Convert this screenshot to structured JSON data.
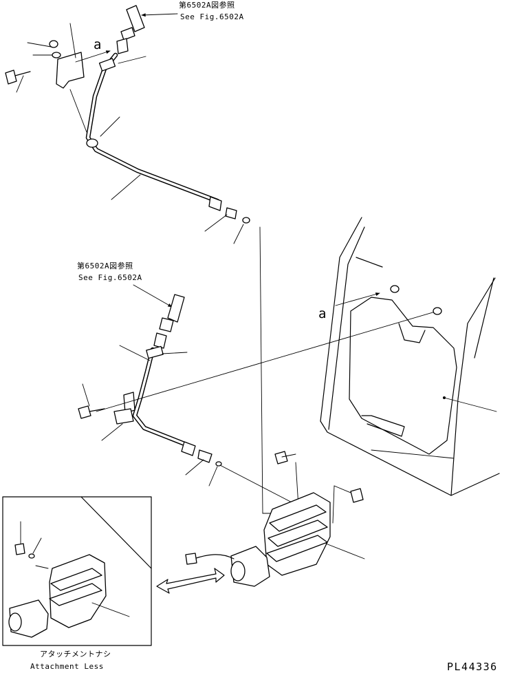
{
  "references": {
    "top": {
      "jp": "第6502A図参照",
      "en": "See Fig.6502A"
    },
    "middle": {
      "jp": "第6502A図参照",
      "en": "See Fig.6502A"
    }
  },
  "view_markers": {
    "top": "a",
    "right": "a"
  },
  "inset": {
    "jp": "アタッチメントナシ",
    "en": "Attachment Less"
  },
  "drawing_number": "PL44336"
}
